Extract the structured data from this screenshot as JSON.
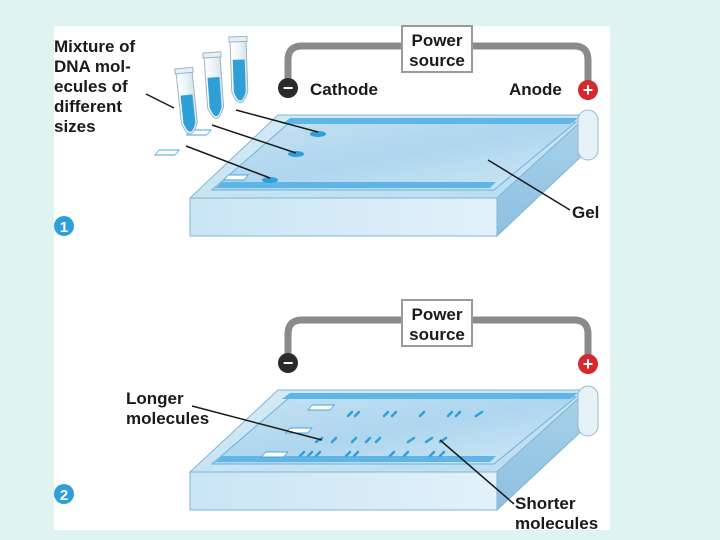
{
  "panel1": {
    "step_number": "1",
    "mixture_label": [
      "Mixture of",
      "DNA mol-",
      "ecules of",
      "different",
      "sizes"
    ],
    "power_label": [
      "Power",
      "source"
    ],
    "cathode_label": "Cathode",
    "anode_label": "Anode",
    "gel_label": "Gel",
    "minus_symbol": "−",
    "plus_symbol": "+"
  },
  "panel2": {
    "step_number": "2",
    "power_label": [
      "Power",
      "source"
    ],
    "longer_label": [
      "Longer",
      "molecules"
    ],
    "shorter_label": [
      "Shorter",
      "molecules"
    ],
    "minus_symbol": "−",
    "plus_symbol": "+"
  },
  "colors": {
    "background": "#dff3f1",
    "gel_blue": "#8fc8e8",
    "dna_blue": "#2f9fd8",
    "cathode_black": "#2b2b2b",
    "anode_red": "#d6282f",
    "wire_gray": "#8a8a8a"
  }
}
